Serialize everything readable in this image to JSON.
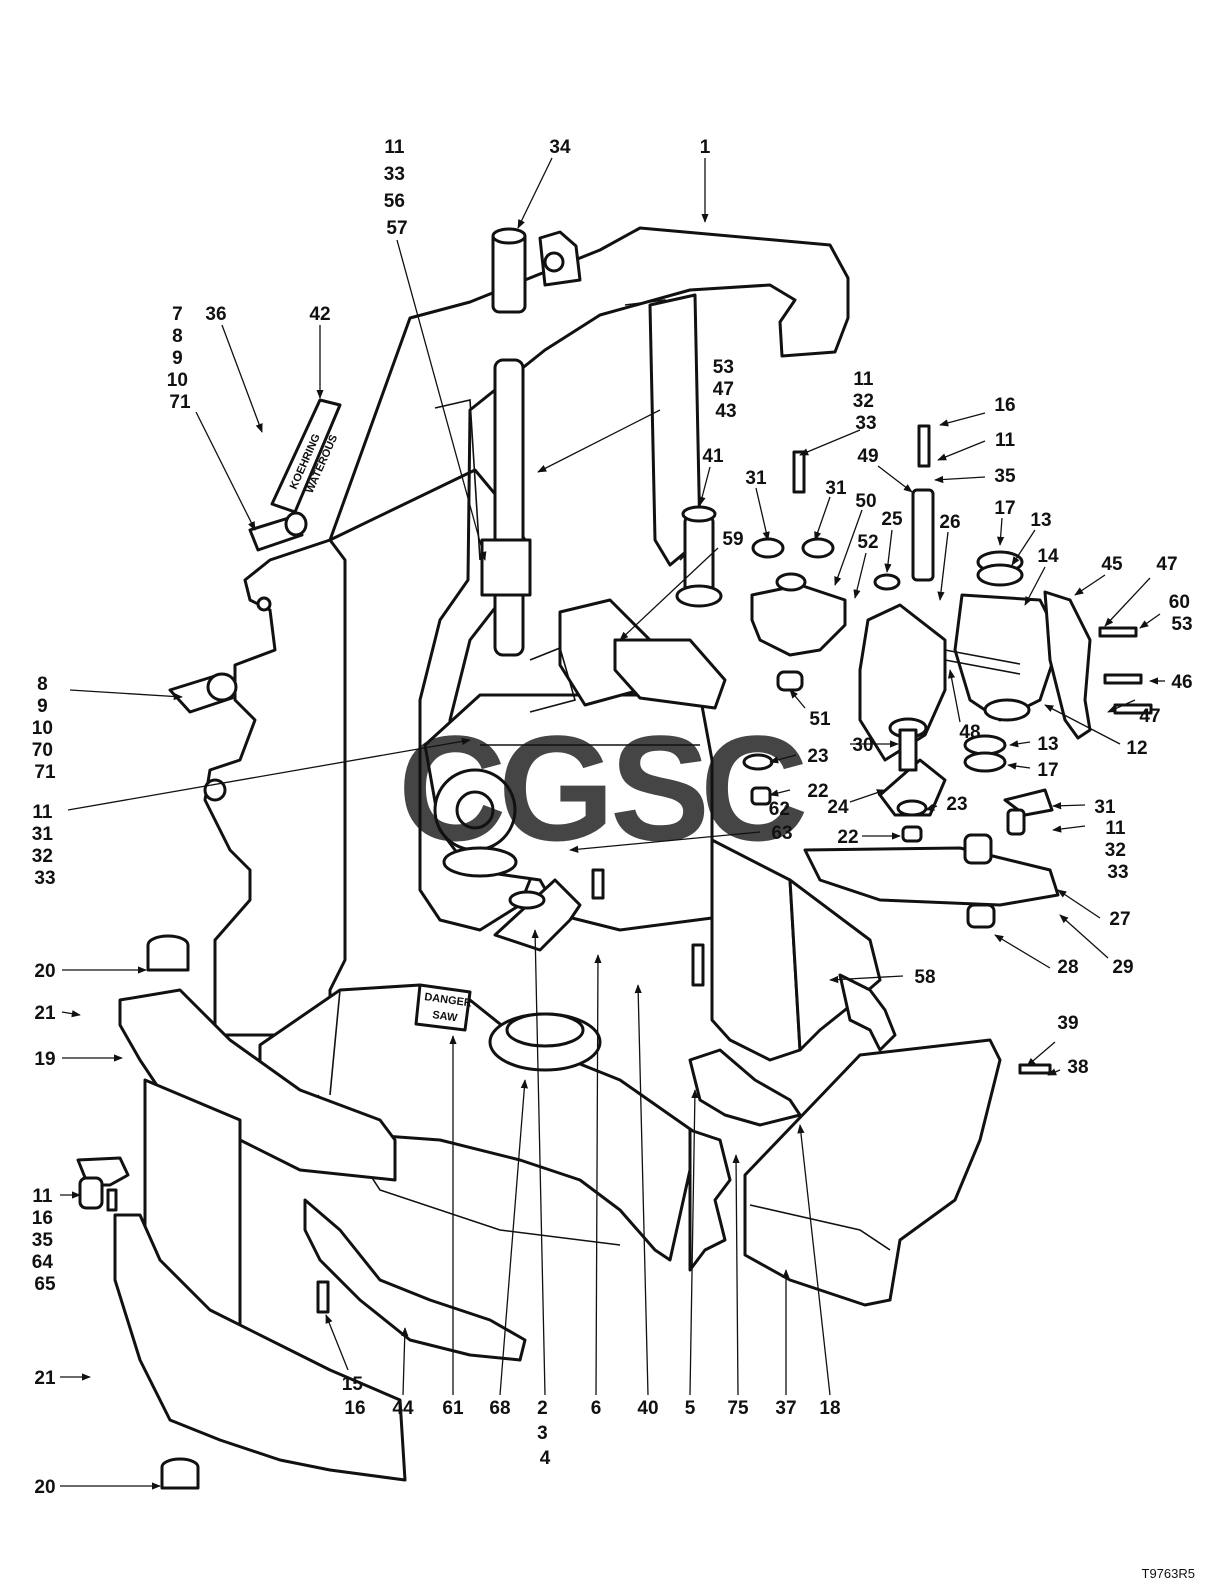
{
  "callouts": [
    {
      "id": "c1",
      "lines": [
        "1"
      ]
    },
    {
      "id": "c34",
      "lines": [
        "34"
      ]
    },
    {
      "id": "c11_33_56_57",
      "lines": [
        "11",
        "33",
        "56",
        "57"
      ]
    },
    {
      "id": "c36",
      "lines": [
        "36"
      ]
    },
    {
      "id": "c42",
      "lines": [
        "42"
      ]
    },
    {
      "id": "c7_8_9_10_71",
      "lines": [
        "7",
        "8",
        "9",
        "10",
        "71"
      ]
    },
    {
      "id": "c53_47_43",
      "lines": [
        "53",
        "47",
        "43"
      ]
    },
    {
      "id": "c11_32_33_top",
      "lines": [
        "11",
        "32",
        "33"
      ]
    },
    {
      "id": "c16_top",
      "lines": [
        "16"
      ]
    },
    {
      "id": "c11_r",
      "lines": [
        "11"
      ]
    },
    {
      "id": "c35_r",
      "lines": [
        "35"
      ]
    },
    {
      "id": "c49",
      "lines": [
        "49"
      ]
    },
    {
      "id": "c41",
      "lines": [
        "41"
      ]
    },
    {
      "id": "c31a",
      "lines": [
        "31"
      ]
    },
    {
      "id": "c31b",
      "lines": [
        "31"
      ]
    },
    {
      "id": "c50",
      "lines": [
        "50"
      ]
    },
    {
      "id": "c25",
      "lines": [
        "25"
      ]
    },
    {
      "id": "c26",
      "lines": [
        "26"
      ]
    },
    {
      "id": "c17_top",
      "lines": [
        "17"
      ]
    },
    {
      "id": "c13_top",
      "lines": [
        "13"
      ]
    },
    {
      "id": "c14",
      "lines": [
        "14"
      ]
    },
    {
      "id": "c45",
      "lines": [
        "45"
      ]
    },
    {
      "id": "c47_top",
      "lines": [
        "47"
      ]
    },
    {
      "id": "c60_53",
      "lines": [
        "60",
        "53"
      ]
    },
    {
      "id": "c59",
      "lines": [
        "59"
      ]
    },
    {
      "id": "c52",
      "lines": [
        "52"
      ]
    },
    {
      "id": "c8_9_10_70_71",
      "lines": [
        "8",
        "9",
        "10",
        "70",
        "71"
      ]
    },
    {
      "id": "c46",
      "lines": [
        "46"
      ]
    },
    {
      "id": "c47_mid",
      "lines": [
        "47"
      ]
    },
    {
      "id": "c51",
      "lines": [
        "51"
      ]
    },
    {
      "id": "c48",
      "lines": [
        "48"
      ]
    },
    {
      "id": "c12",
      "lines": [
        "12"
      ]
    },
    {
      "id": "c30",
      "lines": [
        "30"
      ]
    },
    {
      "id": "c13_mid",
      "lines": [
        "13"
      ]
    },
    {
      "id": "c23a",
      "lines": [
        "23"
      ]
    },
    {
      "id": "c22a",
      "lines": [
        "22"
      ]
    },
    {
      "id": "c17_mid",
      "lines": [
        "17"
      ]
    },
    {
      "id": "c62_63",
      "lines": [
        "62",
        "63"
      ]
    },
    {
      "id": "c11_31_32_33",
      "lines": [
        "11",
        "31",
        "32",
        "33"
      ]
    },
    {
      "id": "c24",
      "lines": [
        "24"
      ]
    },
    {
      "id": "c23b",
      "lines": [
        "23"
      ]
    },
    {
      "id": "c31_r",
      "lines": [
        "31"
      ]
    },
    {
      "id": "c11_32_33_r",
      "lines": [
        "11",
        "32",
        "33"
      ]
    },
    {
      "id": "c22b",
      "lines": [
        "22"
      ]
    },
    {
      "id": "c27",
      "lines": [
        "27"
      ]
    },
    {
      "id": "c29",
      "lines": [
        "29"
      ]
    },
    {
      "id": "c28",
      "lines": [
        "28"
      ]
    },
    {
      "id": "c58",
      "lines": [
        "58"
      ]
    },
    {
      "id": "c20_top",
      "lines": [
        "20"
      ]
    },
    {
      "id": "c21_top",
      "lines": [
        "21"
      ]
    },
    {
      "id": "c19",
      "lines": [
        "19"
      ]
    },
    {
      "id": "c39",
      "lines": [
        "39"
      ]
    },
    {
      "id": "c38",
      "lines": [
        "38"
      ]
    },
    {
      "id": "c11_16_35_64_65",
      "lines": [
        "11",
        "16",
        "35",
        "64",
        "65"
      ]
    },
    {
      "id": "c21_bot",
      "lines": [
        "21"
      ]
    },
    {
      "id": "c20_bot",
      "lines": [
        "20"
      ]
    },
    {
      "id": "c15_16",
      "lines": [
        "15",
        "16"
      ]
    },
    {
      "id": "c44",
      "lines": [
        "44"
      ]
    },
    {
      "id": "c61",
      "lines": [
        "61"
      ]
    },
    {
      "id": "c68",
      "lines": [
        "68"
      ]
    },
    {
      "id": "c2_3_4",
      "lines": [
        "2",
        "3",
        "4"
      ]
    },
    {
      "id": "c6",
      "lines": [
        "6"
      ]
    },
    {
      "id": "c40",
      "lines": [
        "40"
      ]
    },
    {
      "id": "c5",
      "lines": [
        "5"
      ]
    },
    {
      "id": "c75",
      "lines": [
        "75"
      ]
    },
    {
      "id": "c37",
      "lines": [
        "37"
      ]
    },
    {
      "id": "c18",
      "lines": [
        "18"
      ]
    }
  ],
  "nameplate": {
    "line1": "KOEHRING",
    "line2": "WATEROUS"
  },
  "danger_plate": {
    "line1": "DANGER",
    "line2": "SAW"
  },
  "figure_code": "T9763R5",
  "watermark": {
    "letters": [
      "C",
      "G",
      "S",
      "C"
    ],
    "colors": [
      "#4a86e8",
      "#e84a3a",
      "#f4c430",
      "#3aa65a"
    ]
  }
}
